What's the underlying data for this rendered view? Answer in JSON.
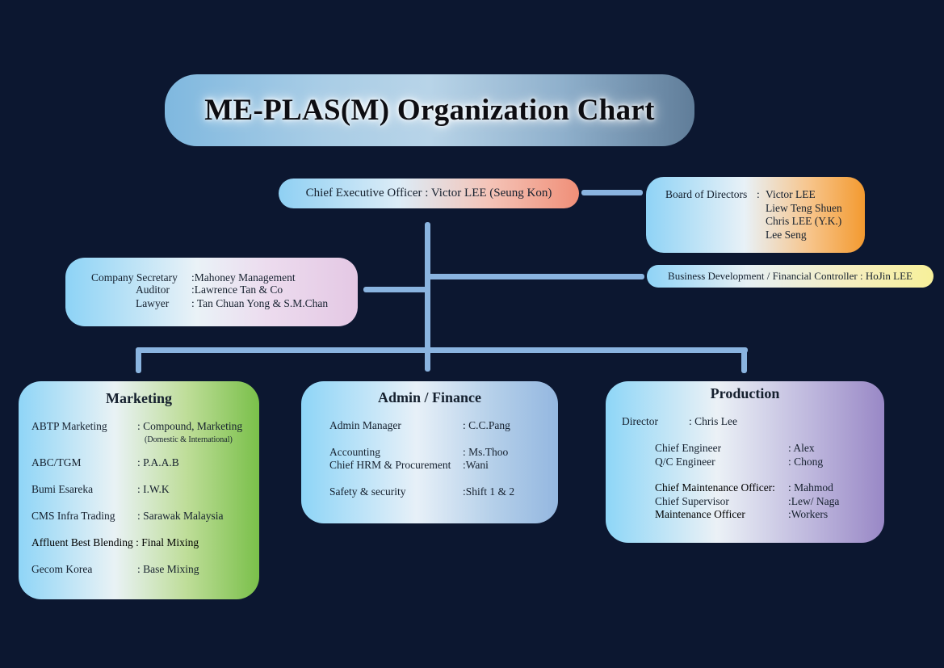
{
  "title": "ME-PLAS(M) Organization Chart",
  "ceo": {
    "text": "Chief Executive Officer : Victor LEE (Seung Kon)"
  },
  "board": {
    "label": "Board of Directors",
    "colon": ":",
    "members": [
      "Victor LEE",
      "Liew Teng Shuen",
      "Chris LEE (Y.K.)",
      "Lee Seng"
    ]
  },
  "bizdev": {
    "text": "Business Development / Financial Controller : HoJin LEE"
  },
  "advisors": [
    {
      "role": "Company Secretary",
      "value": ":Mahoney Management"
    },
    {
      "role": "Auditor",
      "value": ":Lawrence Tan & Co"
    },
    {
      "role": "Lawyer",
      "value": ": Tan Chuan Yong & S.M.Chan"
    }
  ],
  "marketing": {
    "title": "Marketing",
    "rows": [
      {
        "name": "ABTP Marketing",
        "value": ": Compound, Marketing",
        "note": "(Domestic & International)"
      },
      {
        "name": "ABC/TGM",
        "value": ": P.A.A.B"
      },
      {
        "name": "Bumi Esareka",
        "value": ": I.W.K"
      },
      {
        "name": "CMS Infra Trading",
        "value": ": Sarawak Malaysia"
      },
      {
        "name": "Affluent Best Blending : Final Mixing"
      },
      {
        "name": "Gecom Korea",
        "value": ": Base Mixing"
      }
    ]
  },
  "admin": {
    "title": "Admin / Finance",
    "rows": [
      {
        "name": "Admin Manager",
        "value": ": C.C.Pang"
      },
      {
        "name": "Accounting",
        "value": ": Ms.Thoo"
      },
      {
        "name": "Chief HRM & Procurement",
        "value": ":Wani"
      },
      {
        "name": "Safety & security",
        "value": ":Shift 1 & 2"
      }
    ]
  },
  "production": {
    "title": "Production",
    "director": {
      "name": "Director",
      "value": ": Chris Lee"
    },
    "rows": [
      {
        "name": "Chief Engineer",
        "value": ": Alex"
      },
      {
        "name": "Q/C Engineer",
        "value": ": Chong"
      },
      {
        "name": "Chief Maintenance Officer:",
        "value": ": Mahmod"
      },
      {
        "name": "Chief Supervisor",
        "value": ":Lew/ Naga"
      },
      {
        "name": "Maintenance Officer",
        "value": ":Workers"
      }
    ]
  },
  "colors": {
    "background": "#0c1730",
    "connector": "#8ab4e0",
    "marketing_accent": "#7ac04a",
    "admin_accent": "#94b7e0",
    "production_accent": "#9988c6",
    "board_accent": "#f39a30",
    "ceo_accent": "#f08f78"
  }
}
